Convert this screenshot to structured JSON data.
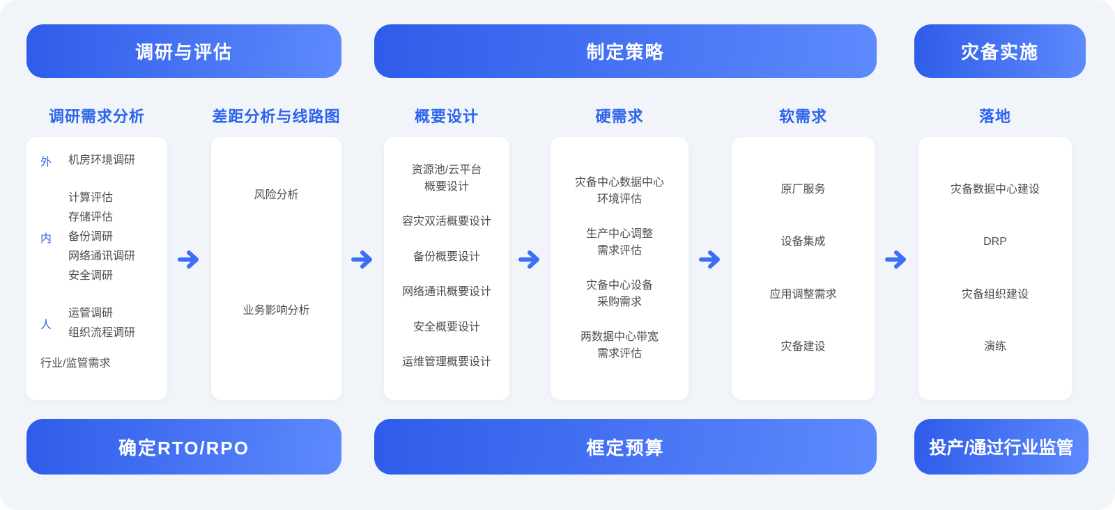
{
  "diagram": {
    "phases": [
      {
        "header": "调研与评估",
        "footer": "确定RTO/RPO"
      },
      {
        "header": "制定策略",
        "footer": "框定预算"
      },
      {
        "header": "灾备实施",
        "footer": "投产/通过行业监管"
      }
    ],
    "columns": [
      {
        "subtitle": "调研需求分析",
        "groups": [
          {
            "label": "外",
            "lines": [
              "机房环境调研"
            ]
          },
          {
            "label": "内",
            "lines": [
              "计算评估",
              "存储评估",
              "备份调研",
              "网络通讯调研",
              "安全调研"
            ]
          },
          {
            "label": "人",
            "lines": [
              "运管调研",
              "组织流程调研"
            ]
          },
          {
            "label": "",
            "lines": [
              "行业/监管需求"
            ]
          }
        ]
      },
      {
        "subtitle": "差距分析与线路图",
        "items": [
          [
            "风险分析"
          ],
          [
            "业务影响分析"
          ]
        ]
      },
      {
        "subtitle": "概要设计",
        "items": [
          [
            "资源池/云平台",
            "概要设计"
          ],
          [
            "容灾双活概要设计"
          ],
          [
            "备份概要设计"
          ],
          [
            "网络通讯概要设计"
          ],
          [
            "安全概要设计"
          ],
          [
            "运维管理概要设计"
          ]
        ]
      },
      {
        "subtitle": "硬需求",
        "items": [
          [
            "灾备中心数据中心",
            "环境评估"
          ],
          [
            "生产中心调整",
            "需求评估"
          ],
          [
            "灾备中心设备",
            "采购需求"
          ],
          [
            "两数据中心带宽",
            "需求评估"
          ]
        ]
      },
      {
        "subtitle": "软需求",
        "items": [
          [
            "原厂服务"
          ],
          [
            "设备集成"
          ],
          [
            "应用调整需求"
          ],
          [
            "灾备建设"
          ]
        ]
      },
      {
        "subtitle": "落地",
        "items": [
          [
            "灾备数据中心建设"
          ],
          [
            "DRP"
          ],
          [
            "灾备组织建设"
          ],
          [
            "演练"
          ]
        ]
      }
    ],
    "icons": {
      "flow_arrow": "right-arrow"
    },
    "colors": {
      "background": "#f1f4f9",
      "banner_gradient_start": "#2e5ce9",
      "banner_gradient_end": "#5d8afc",
      "subtitle_blue": "#2b64ed",
      "side_label_blue": "#2b64ed",
      "body_text": "#494b4f",
      "arrow_blue": "#3d6ef7",
      "card_background": "#ffffff"
    }
  }
}
